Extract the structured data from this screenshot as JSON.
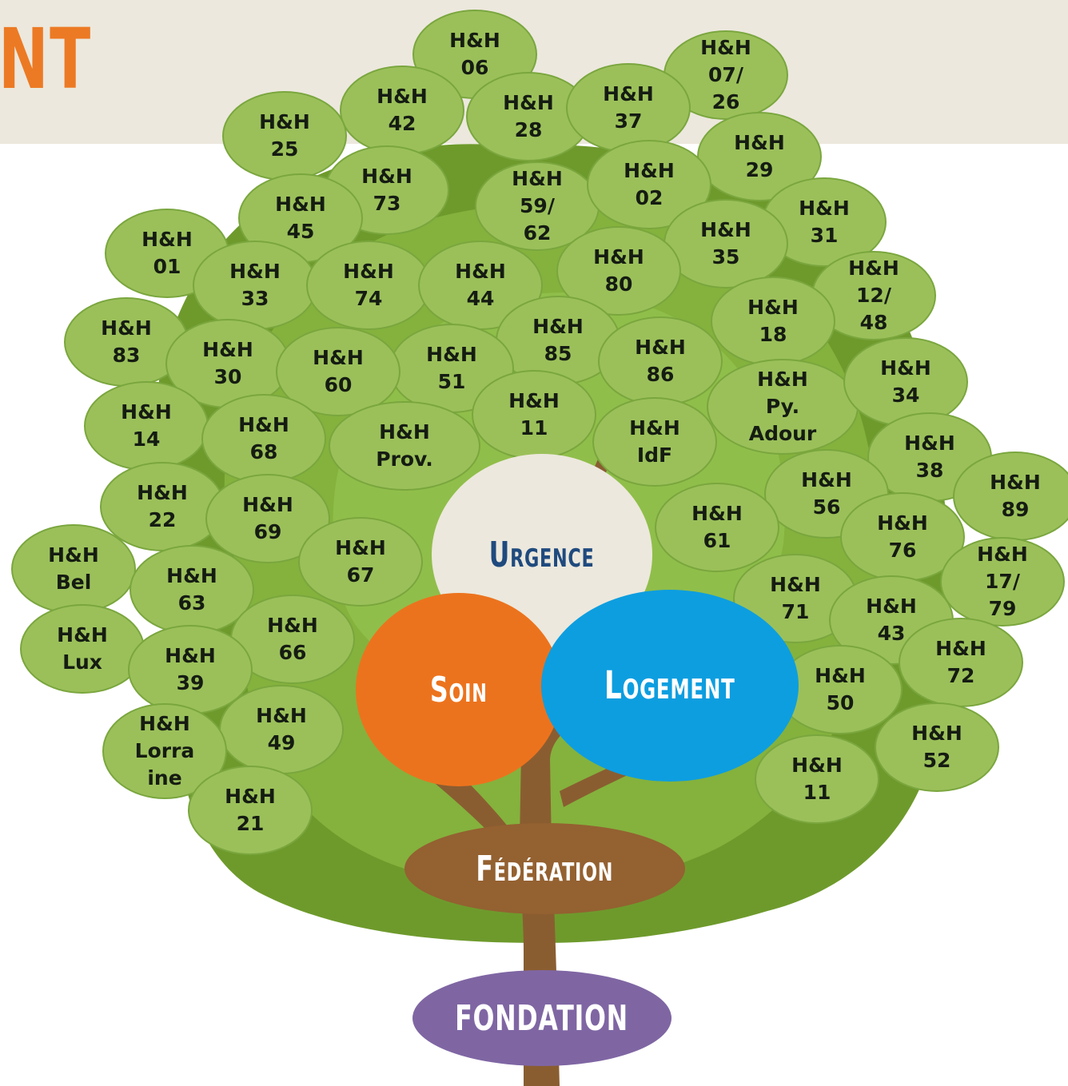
{
  "banner": {
    "text": "NT"
  },
  "core": {
    "urgence": "Urgence",
    "soin": "Soin",
    "logement": "Logement",
    "federation": "Fédération",
    "fondation": "FONDATION"
  },
  "leaves": [
    "H&H\n06",
    "H&H\n07/\n26",
    "H&H\n42",
    "H&H\n28",
    "H&H\n37",
    "H&H\n25",
    "H&H\n29",
    "H&H\n73",
    "H&H\n59/\n62",
    "H&H\n02",
    "H&H\n45",
    "H&H\n31",
    "H&H\n01",
    "H&H\n35",
    "H&H\n33",
    "H&H\n74",
    "H&H\n44",
    "H&H\n80",
    "H&H\n12/\n48",
    "H&H\n18",
    "H&H\n83",
    "H&H\n85",
    "H&H\n30",
    "H&H\n51",
    "H&H\n60",
    "H&H\n86",
    "H&H\nPy.\nAdour",
    "H&H\n34",
    "H&H\n14",
    "H&H\n11",
    "H&H\n68",
    "H&H\nProv.",
    "H&H\nIdF",
    "H&H\n38",
    "H&H\n56",
    "H&H\n89",
    "H&H\n22",
    "H&H\n69",
    "H&H\n61",
    "H&H\n76",
    "H&H\nBel",
    "H&H\n67",
    "H&H\n17/\n79",
    "H&H\n63",
    "H&H\n71",
    "H&H\n43",
    "H&H\nLux",
    "H&H\n66",
    "H&H\n39",
    "H&H\n72",
    "H&H\n50",
    "H&H\n49",
    "H&H\nLorra\nine",
    "H&H\n52",
    "H&H\n11",
    "H&H\n21"
  ],
  "colors": {
    "banner_bg": "#ece8dd",
    "banner_text": "#ec7a24",
    "leaf": "#9bc05a",
    "urgence": "#ece8dd",
    "urgence_text": "#1f4a7e",
    "soin": "#ec731d",
    "logement": "#0d9ee0",
    "federation": "#946131",
    "fondation": "#7f66a3"
  }
}
